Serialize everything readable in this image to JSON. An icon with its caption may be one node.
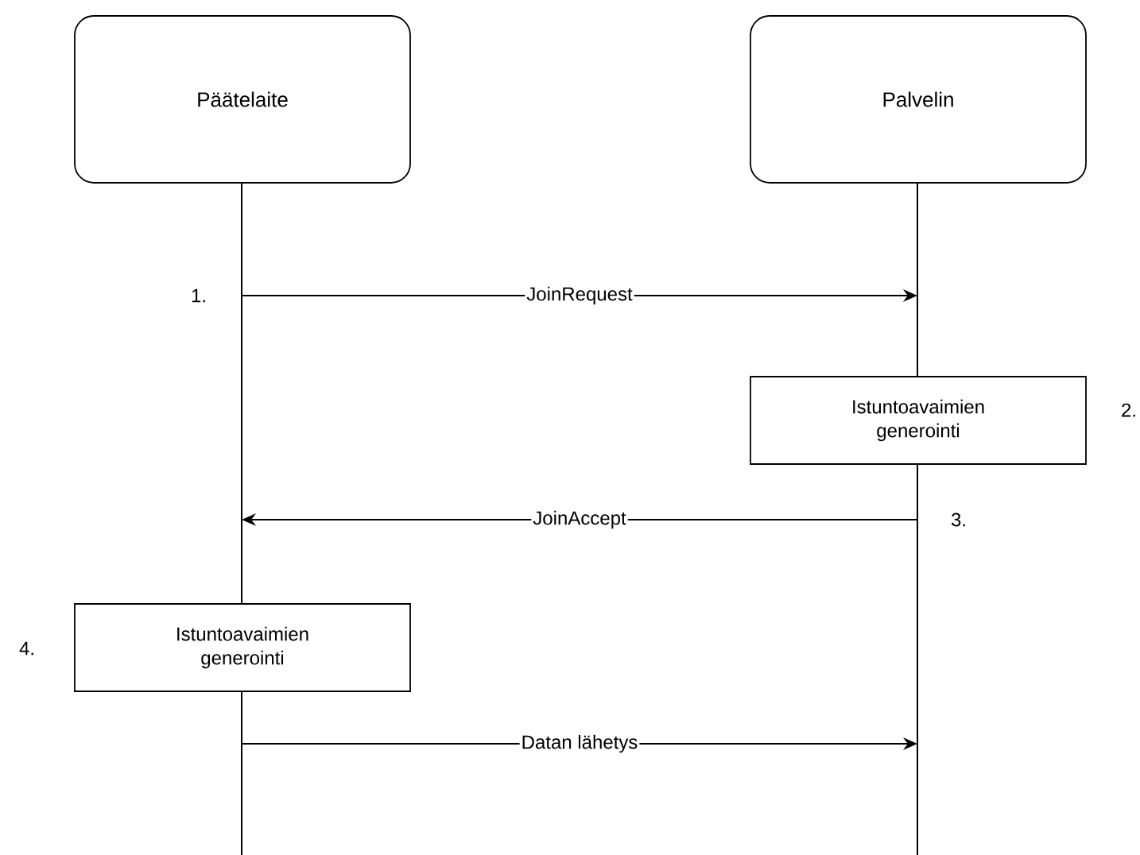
{
  "diagram": {
    "nodes": [
      {
        "text": [
          "Päätelaite"
        ]
      },
      {
        "text": [
          "Palvelin"
        ]
      },
      {
        "text": [],
        "shape": "bar"
      },
      {
        "text": [],
        "shape": "bar"
      },
      {
        "text": [
          "Istuntoavaimien generointi"
        ]
      },
      {
        "text": [
          "Istuntoavaimien generointi"
        ]
      }
    ],
    "edges": [
      {
        "from": 2,
        "to": 3,
        "arrow": "to",
        "label": "JoinRequest"
      },
      {
        "from": 3,
        "to": 2,
        "arrow": "to",
        "label": "JoinAccept"
      },
      {
        "from": 2,
        "to": 3,
        "arrow": "to",
        "label": "Datan lähetys"
      }
    ],
    "labels": [
      "1.",
      "2.",
      "3.",
      "4."
    ]
  }
}
